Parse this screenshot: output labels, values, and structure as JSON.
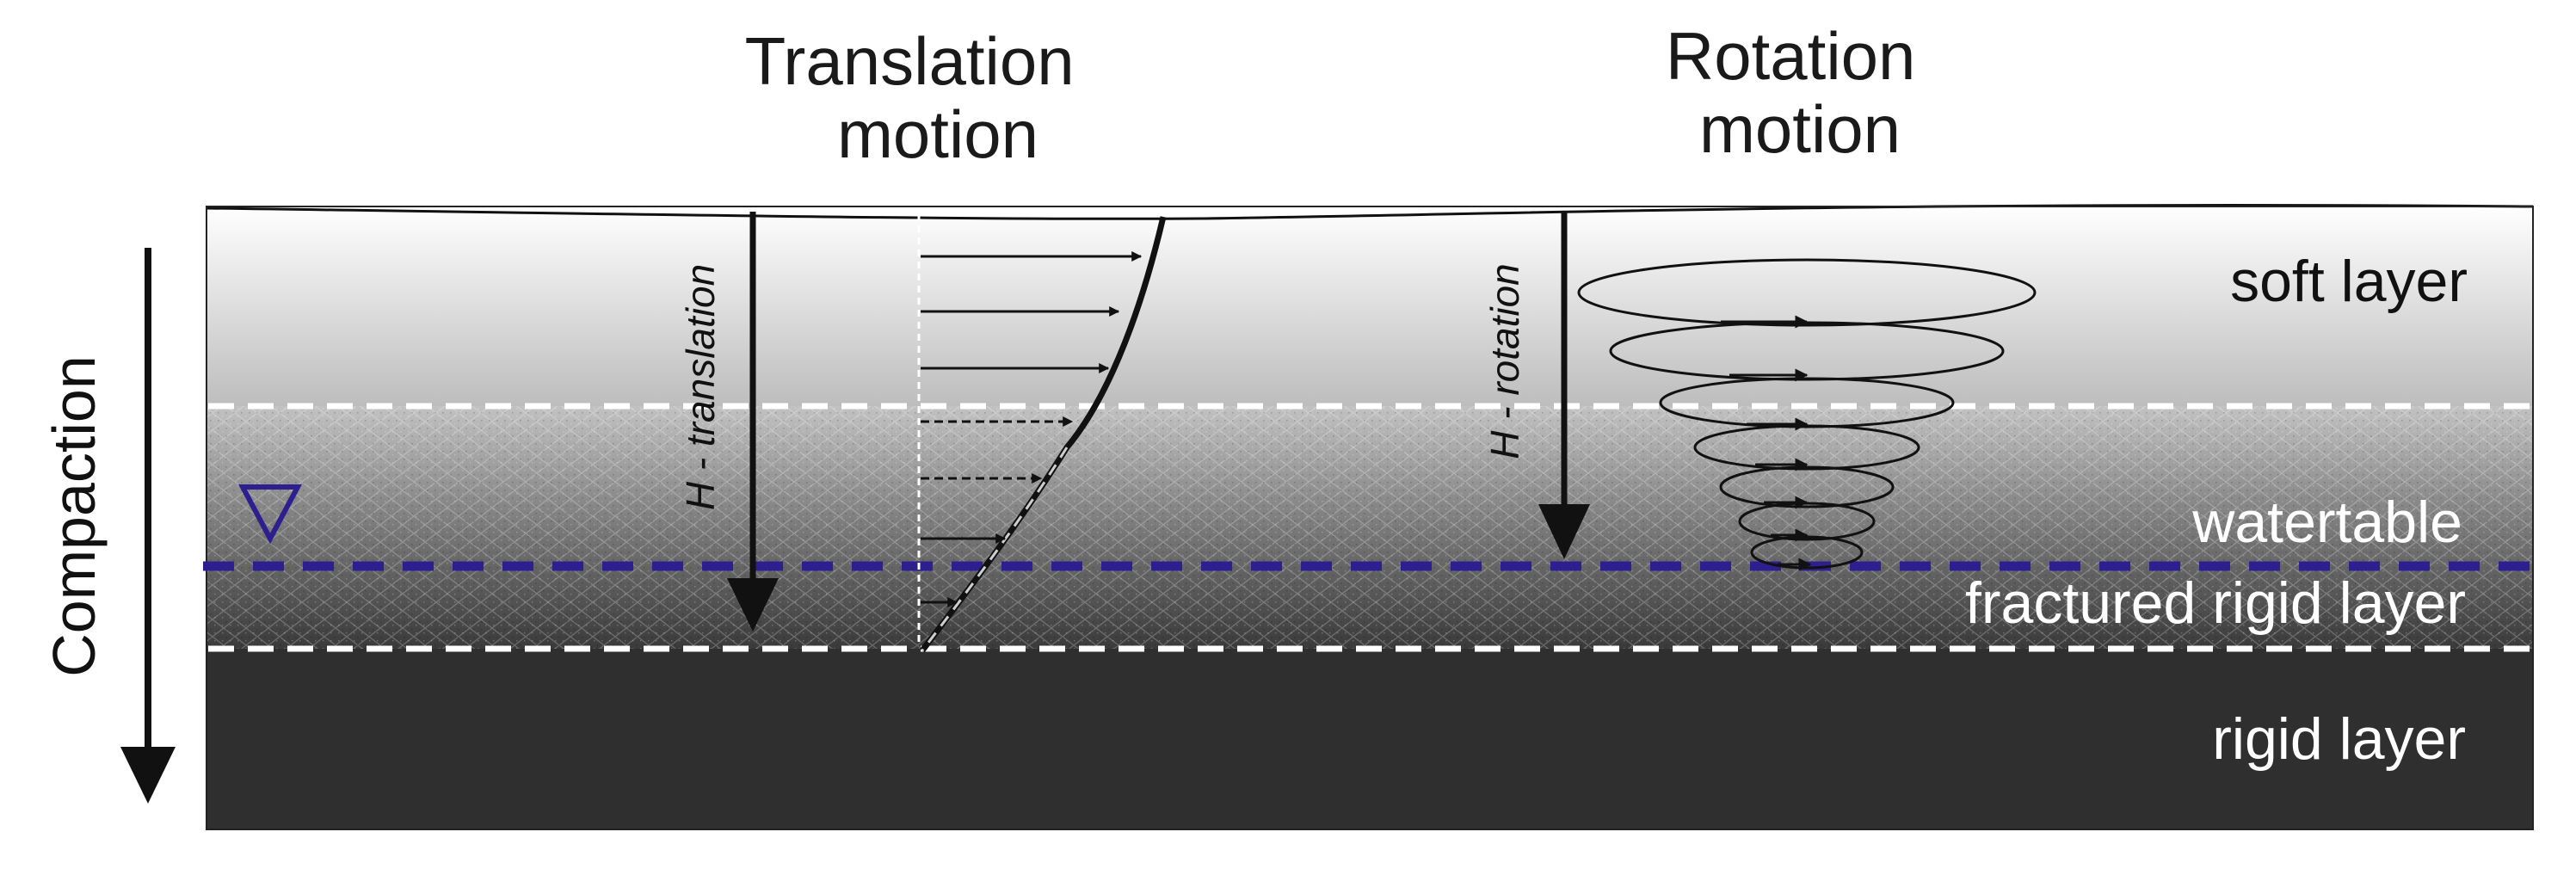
{
  "titles": {
    "translation": [
      "Translation",
      "motion"
    ],
    "rotation": [
      "Rotation",
      "motion"
    ]
  },
  "side_label": "Compaction",
  "h_labels": {
    "translation": "H - translation",
    "rotation": "H - rotation"
  },
  "layers": {
    "soft": "soft layer",
    "watertable": "watertable",
    "fractured": "fractured rigid layer",
    "rigid": "rigid layer"
  },
  "colors": {
    "watertable_line": "#2e1f8f",
    "rigid_fill": "#2f2f2f",
    "boundary_dash": "#ffffff",
    "arrows": "#111111"
  },
  "icons": {
    "watertable_marker": "inverted-triangle-icon"
  }
}
